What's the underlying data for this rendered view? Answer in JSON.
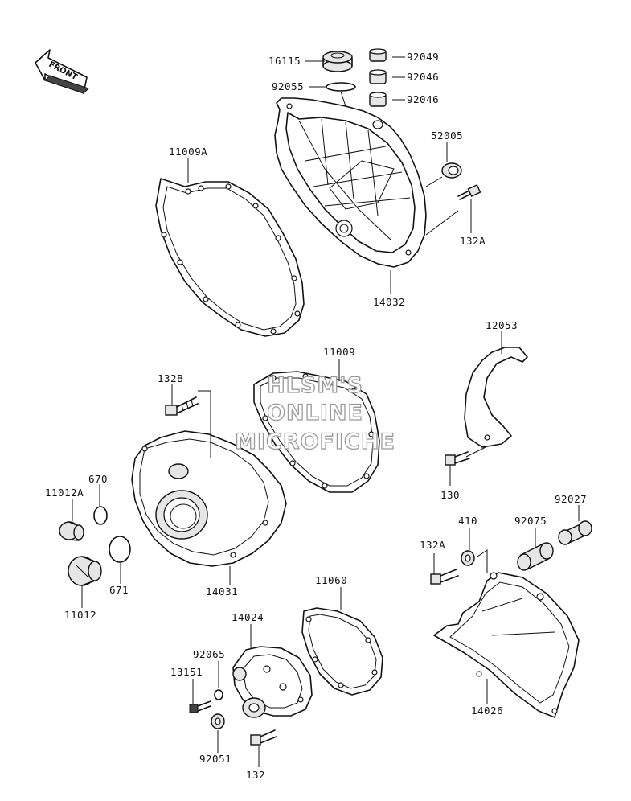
{
  "labels": {
    "p16115": "16115",
    "p92049": "92049",
    "p92046a": "92046",
    "p92046b": "92046",
    "p92055": "92055",
    "p52005": "52005",
    "p11009a": "11009A",
    "p132a_top": "132A",
    "p14032": "14032",
    "p12053": "12053",
    "p11009": "11009",
    "p132b": "132B",
    "p670": "670",
    "p11012a": "11012A",
    "p130": "130",
    "p92027": "92027",
    "p410": "410",
    "p92075": "92075",
    "p132a_right": "132A",
    "p671": "671",
    "p14031": "14031",
    "p11012": "11012",
    "p11060": "11060",
    "p14024": "14024",
    "p92065": "92065",
    "p13151": "13151",
    "p92051": "92051",
    "p132": "132",
    "p14026": "14026"
  },
  "front_indicator": "FRONT",
  "watermark": [
    "HLSM'S",
    "ONLINE",
    "MICROFICHE"
  ]
}
